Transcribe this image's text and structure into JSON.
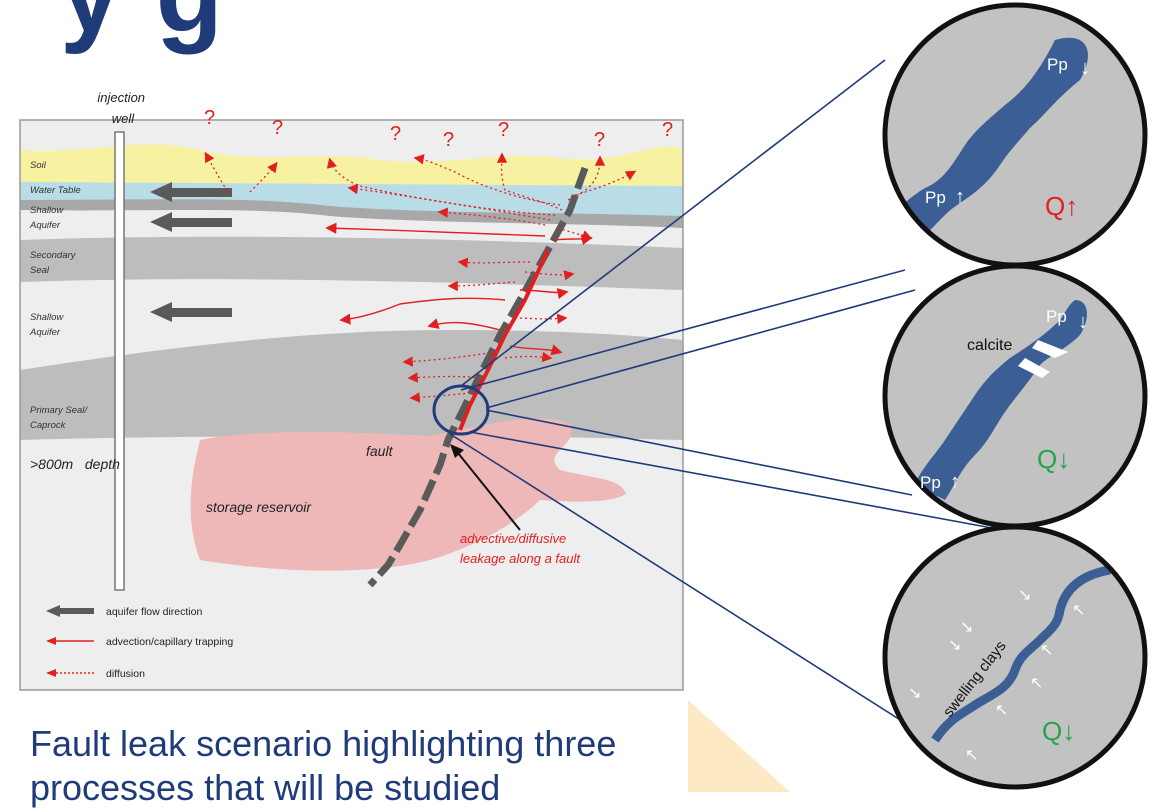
{
  "colors": {
    "soil": "#f7f2a2",
    "water": "#b9dde6",
    "seal": "#bdbdbd",
    "aquifer": "#eeeeee",
    "reservoir": "#efb8b8",
    "fault": "#5a5a5a",
    "leak": "#e02020",
    "navy": "#1f3b7a",
    "circleBg": "#c2c2c2",
    "channel": "#3b5f94",
    "qUp": "#e02020",
    "qDown": "#22a54b"
  },
  "title_fragment": "y  g",
  "labels": {
    "injection_well": "injection\nwell",
    "soil": "Soil",
    "water_table": "Water Table",
    "shallow_aquifer_1": "Shallow\nAquifer",
    "secondary_seal": "Secondary\nSeal",
    "shallow_aquifer_2": "Shallow\nAquifer",
    "primary_seal": "Primary Seal/\nCaprock",
    "depth": ">800m   depth",
    "fault": "fault",
    "storage_reservoir": "storage reservoir",
    "leakage": "advective/diffusive\nleakage along a fault",
    "question_mark": "?"
  },
  "legend": [
    {
      "label": "aquifer flow direction",
      "style": "gray-arrow"
    },
    {
      "label": "advection/capillary  trapping",
      "style": "red-arrow"
    },
    {
      "label": "diffusion",
      "style": "dotted-arrow"
    }
  ],
  "insets": [
    {
      "top_label": "Pp",
      "bottom_label": "Pp",
      "top_arrow": "↓",
      "bottom_arrow": "↑",
      "flow": "Q↑",
      "flow_color": "#e02020"
    },
    {
      "top_label": "Pp",
      "bottom_label": "Pp",
      "top_arrow": "↓",
      "bottom_arrow": "↑",
      "flow": "Q↓",
      "flow_color": "#22a54b",
      "mineral": "calcite"
    },
    {
      "flow": "Q↓",
      "flow_color": "#22a54b",
      "mineral": "swelling clays"
    }
  ],
  "caption": "Fault leak scenario highlighting three processes that will be studied"
}
